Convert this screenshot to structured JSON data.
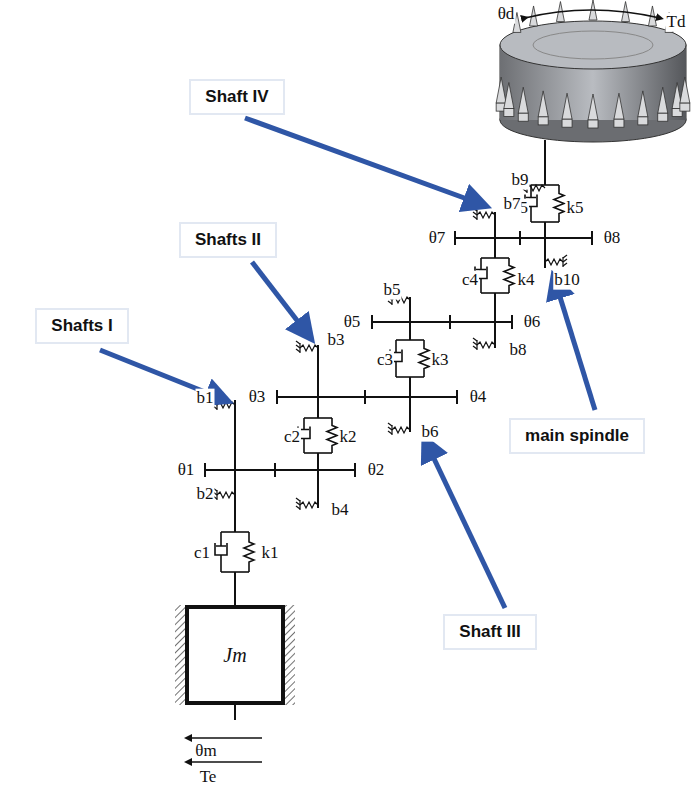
{
  "diagram": {
    "nodes": [
      {
        "text": [
          "Shaft IV"
        ]
      },
      {
        "text": [
          "Shafts II"
        ]
      },
      {
        "text": [
          "Shafts I"
        ]
      },
      {
        "text": [
          "main spindle"
        ]
      },
      {
        "text": [
          "Shaft III"
        ]
      },
      {
        "text": [
          "Jm"
        ]
      }
    ],
    "labels": [
      "θd",
      "Td",
      "b9",
      "c5",
      "k5",
      "b7",
      "θ7",
      "θ8",
      "b10",
      "b5",
      "c4",
      "k4",
      "θ5",
      "θ6",
      "b8",
      "b3",
      "c3",
      "k3",
      "θ3",
      "θ4",
      "b6",
      "b1",
      "c2",
      "k2",
      "θ1",
      "θ2",
      "b4",
      "b2",
      "c1",
      "k1",
      "θm",
      "Te"
    ]
  }
}
